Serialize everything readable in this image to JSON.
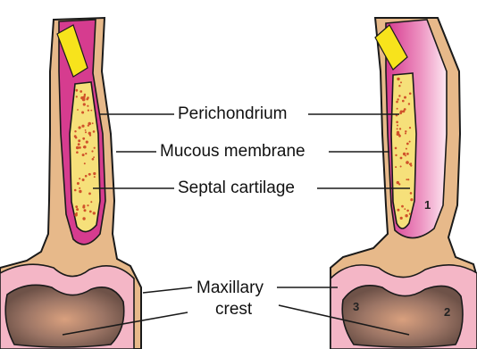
{
  "labels": {
    "perichondrium": "Perichondrium",
    "mucous_membrane": "Mucous membrane",
    "septal_cartilage": "Septal cartilage",
    "maxillary_crest_line1": "Maxillary",
    "maxillary_crest_line2": "crest"
  },
  "numbers": {
    "one": "1",
    "two": "2",
    "three": "3"
  },
  "colors": {
    "outline": "#1a1a1a",
    "mucosa": "#e7b98a",
    "perichondrium": "#d63c8f",
    "cartilage": "#f6e07a",
    "cartilage_dots": "#d0522a",
    "yellow_tip": "#f7e31c",
    "crest_pink": "#f4b6c6",
    "bone": "#8b6a5c"
  }
}
